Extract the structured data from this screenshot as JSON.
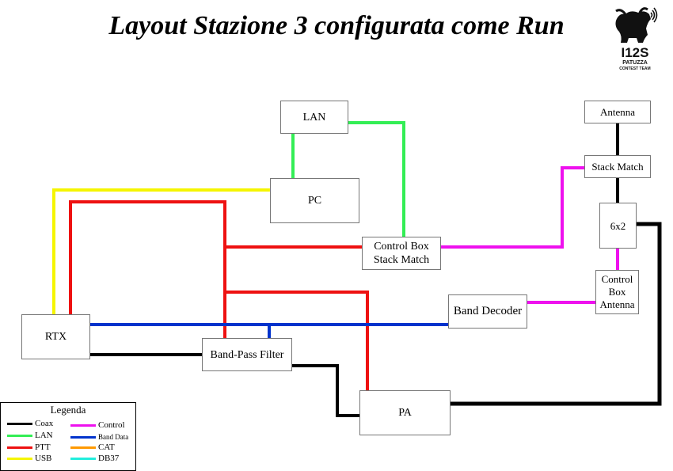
{
  "title": "Layout Stazione 3 configurata come Run",
  "logo": {
    "number": "I12S",
    "line1": "PATUZZA",
    "line2": "CONTEST TEAM"
  },
  "boxes": {
    "lan": "LAN",
    "pc": "PC",
    "rtx": "RTX",
    "control_box_stack_match": [
      "Control Box",
      "Stack Match"
    ],
    "band_pass_filter": "Band-Pass Filter",
    "pa": "PA",
    "band_decoder": "Band Decoder",
    "antenna": "Antenna",
    "stack_match": "Stack Match",
    "switch_6x2": "6x2",
    "control_box_antenna": [
      "Control",
      "Box",
      "Antenna"
    ]
  },
  "legend": {
    "title": "Legenda",
    "items": [
      {
        "label": "Coax",
        "color": "#000000"
      },
      {
        "label": "LAN",
        "color": "#33ee55"
      },
      {
        "label": "PTT",
        "color": "#ee1111"
      },
      {
        "label": "USB",
        "color": "#f5f500"
      },
      {
        "label": "Control",
        "color": "#ee11ee"
      },
      {
        "label": "Band Data",
        "color": "#0033cc"
      },
      {
        "label": "CAT",
        "color": "#ff9900"
      },
      {
        "label": "DB37",
        "color": "#22eedd"
      }
    ]
  }
}
